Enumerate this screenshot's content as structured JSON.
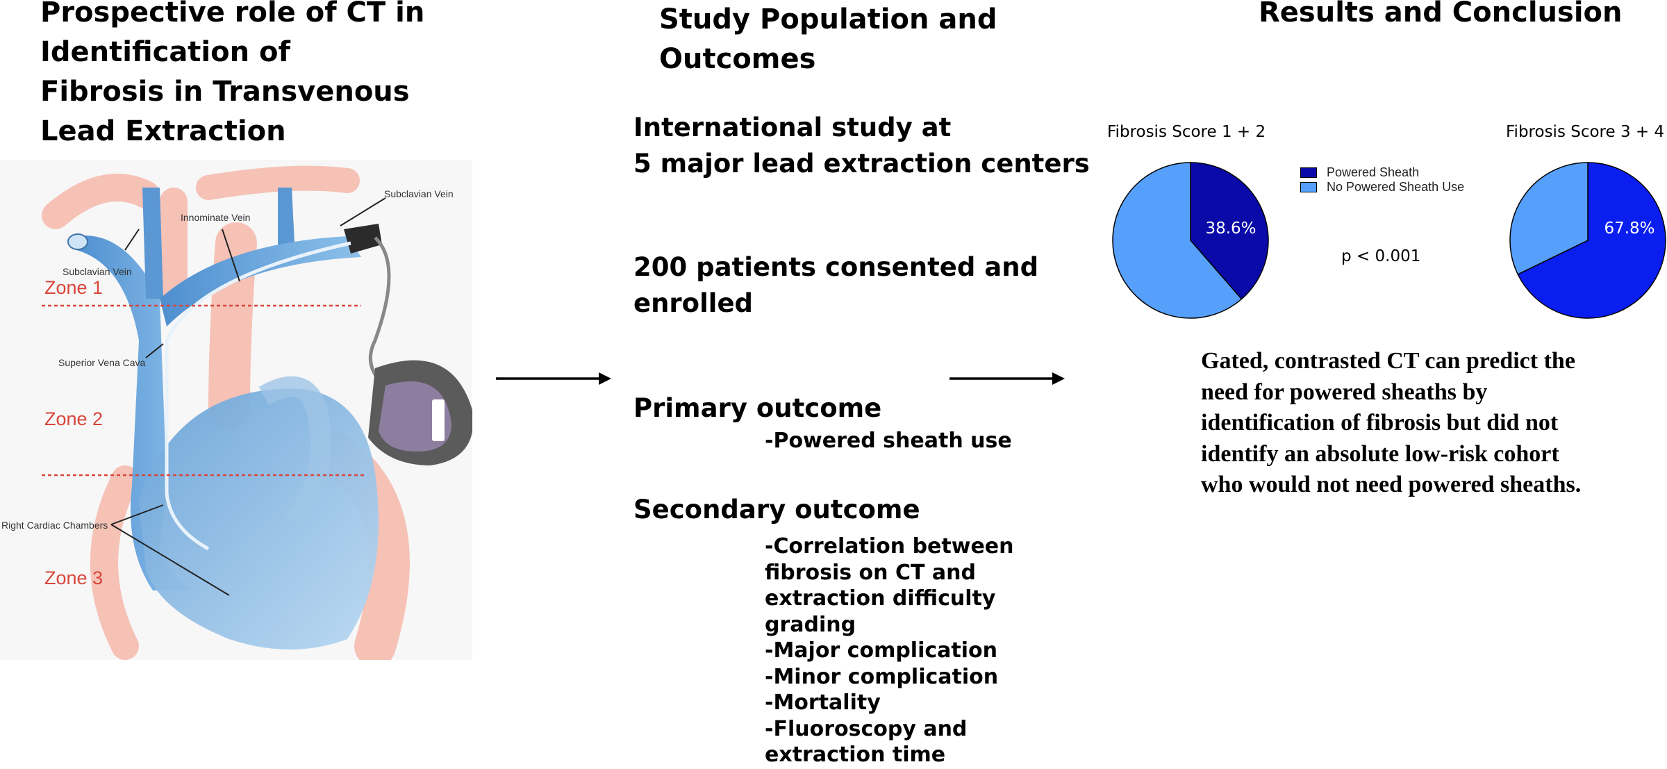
{
  "left": {
    "title_lines": [
      "Prospective role of CT in",
      "Identification of",
      "Fibrosis in Transvenous",
      "Lead Extraction"
    ],
    "labels": {
      "subclavian_left": "Subclavian Vein",
      "subclavian_right": "Subclavian Vein",
      "innominate": "Innominate Vein",
      "svc": "Superior Vena Cava",
      "right_cardiac": "Right Cardiac Chambers",
      "zone1": "Zone 1",
      "zone2": "Zone 2",
      "zone3": "Zone 3"
    }
  },
  "middle": {
    "title_lines": [
      "Study Population and",
      "Outcomes"
    ],
    "intl_lines": [
      "International study at",
      "5 major lead extraction centers"
    ],
    "patients_lines": [
      "200 patients consented  and",
      "enrolled"
    ],
    "primary_heading": "Primary outcome",
    "primary_item": "-Powered sheath use",
    "secondary_heading": "Secondary outcome",
    "secondary_items": [
      "-Correlation between",
      "fibrosis on CT and",
      "extraction difficulty",
      "grading",
      "-Major complication",
      "-Minor complication",
      "-Mortality",
      "-Fluoroscopy and",
      "extraction time"
    ]
  },
  "right": {
    "title": "Results and Conclusion",
    "p_value": "p < 0.001",
    "conclusion_lines": [
      "Gated, contrasted CT can predict the",
      "need for powered sheaths by",
      "identification of fibrosis but did not",
      "identify an absolute low-risk cohort",
      "who would not need powered sheaths."
    ]
  },
  "chart_data": [
    {
      "type": "pie",
      "title": "Fibrosis Score 1 + 2",
      "categories": [
        "Powered Sheath",
        "No Powered Sheath Use"
      ],
      "values": [
        38.6,
        61.4
      ],
      "data_label": "38.6%",
      "colors": [
        "#0a0aa8",
        "#56a0fb"
      ]
    },
    {
      "type": "pie",
      "title": "Fibrosis Score 3 + 4",
      "categories": [
        "Powered Sheath",
        "No Powered Sheath Use"
      ],
      "values": [
        67.8,
        32.2
      ],
      "data_label": "67.8%",
      "colors": [
        "#0a1ef0",
        "#56a0fb"
      ]
    }
  ],
  "legend": {
    "placement": "center",
    "items": [
      {
        "label": "Powered Sheath",
        "color": "#0a0aa8"
      },
      {
        "label": "No Powered Sheath Use",
        "color": "#56a0fb"
      }
    ]
  }
}
